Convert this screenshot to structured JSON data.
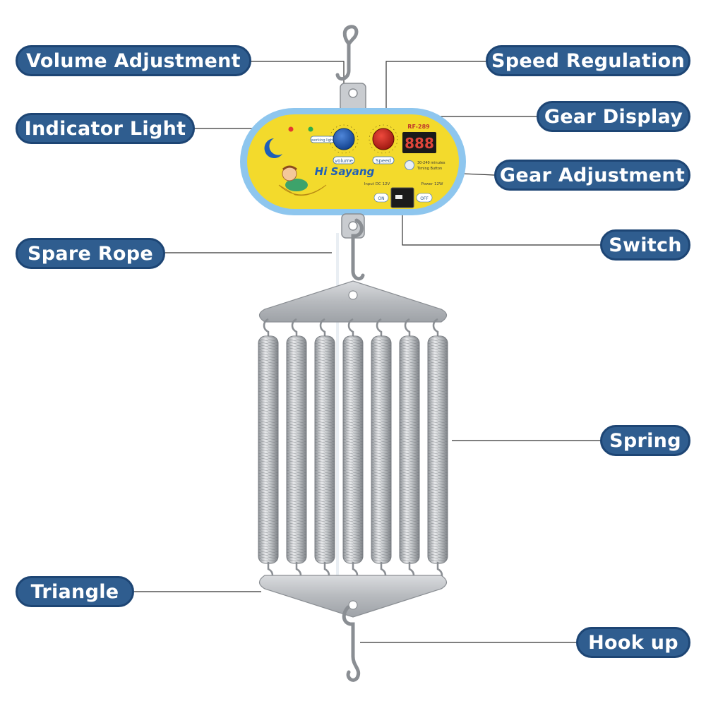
{
  "labels": {
    "volume_adjustment": "Volume Adjustment",
    "speed_regulation": "Speed Regulation",
    "indicator_light": "Indicator Light",
    "gear_display": "Gear Display",
    "gear_adjustment": "Gear Adjustment",
    "spare_rope": "Spare Rope",
    "switch": "Switch",
    "spring": "Spring",
    "triangle": "Triangle",
    "hook_up": "Hook up"
  },
  "panel": {
    "brand": "Hi Sayang",
    "model": "RF-289",
    "volume_label": "volume",
    "speed_label": "Speed",
    "working_light": "working light",
    "timing_line1": "30-240 minutes",
    "timing_line2": "Timing Button",
    "input_text": "Input DC 12V",
    "power_text": "Power 12W",
    "on_text": "ON",
    "off_text": "OFF",
    "display_digits": "888"
  },
  "colors": {
    "pill_fill": "#2f5d8f",
    "panel_yellow": "#f3da2c",
    "panel_blue": "#8ec6ee",
    "metal": "#b9bcc0"
  },
  "springs_count": 7
}
